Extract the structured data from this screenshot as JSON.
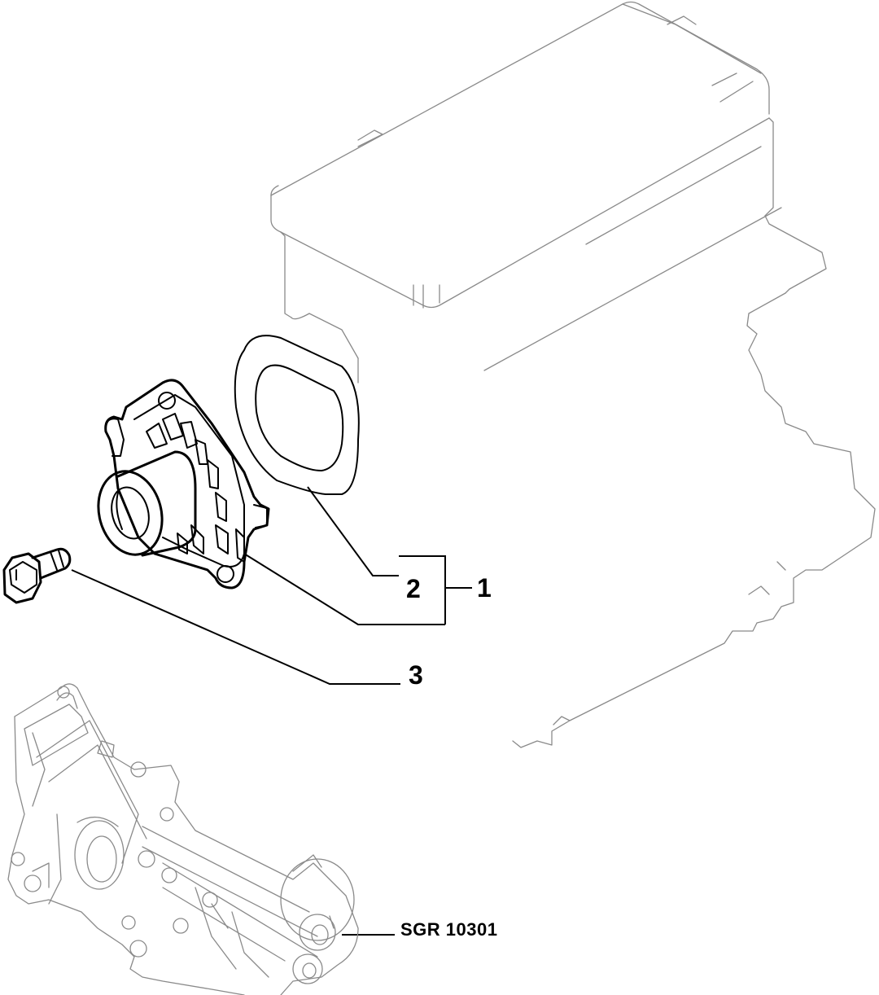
{
  "callouts": {
    "part_1": "1",
    "part_2": "2",
    "part_3": "3",
    "reference_code": "SGR 10301"
  },
  "colors": {
    "ink": "#000000",
    "ghost_outline": "#8a8a8a",
    "background": "#ffffff"
  }
}
